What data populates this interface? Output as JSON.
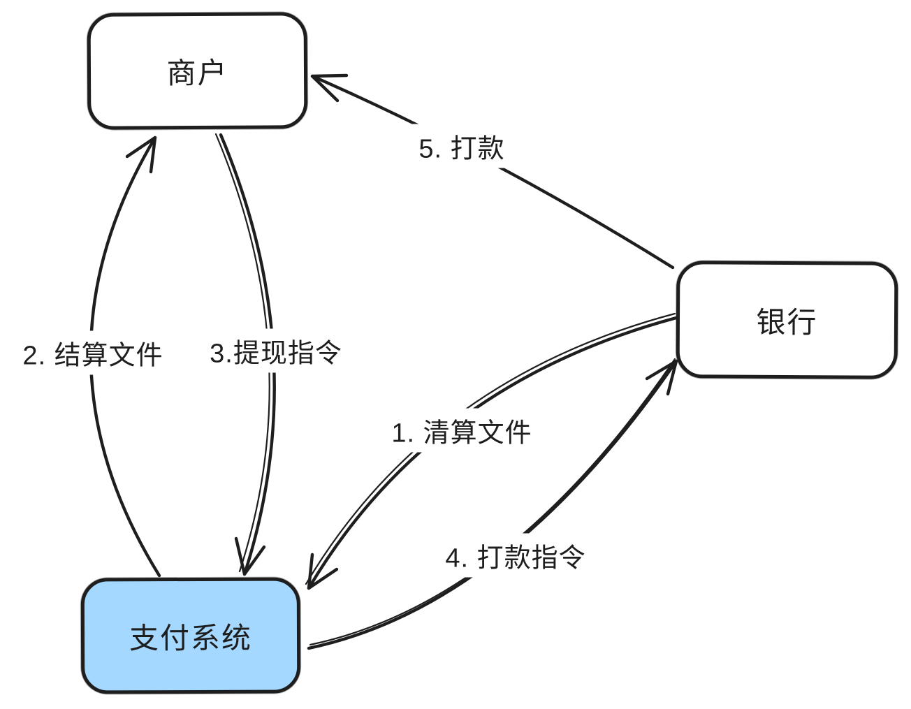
{
  "diagram": {
    "style": "hand-drawn whiteboard flowchart",
    "background_color": "#ffffff",
    "stroke_color": "#1e1e1e",
    "highlight_fill_color": "#a5d8ff",
    "nodes": [
      {
        "id": "merchant",
        "label": "商户",
        "fill": "#ffffff"
      },
      {
        "id": "bank",
        "label": "银行",
        "fill": "#ffffff"
      },
      {
        "id": "payment-system",
        "label": "支付系统",
        "fill": "#a5d8ff"
      }
    ],
    "edges": [
      {
        "id": "clearing-file",
        "label": "1. 清算文件",
        "from": "bank",
        "to": "payment-system"
      },
      {
        "id": "settlement-file",
        "label": "2. 结算文件",
        "from": "payment-system",
        "to": "merchant"
      },
      {
        "id": "withdraw-command",
        "label": "3.提现指令",
        "from": "merchant",
        "to": "payment-system"
      },
      {
        "id": "payout-command",
        "label": "4. 打款指令",
        "from": "payment-system",
        "to": "bank"
      },
      {
        "id": "payout",
        "label": "5. 打款",
        "from": "bank",
        "to": "merchant"
      }
    ]
  }
}
